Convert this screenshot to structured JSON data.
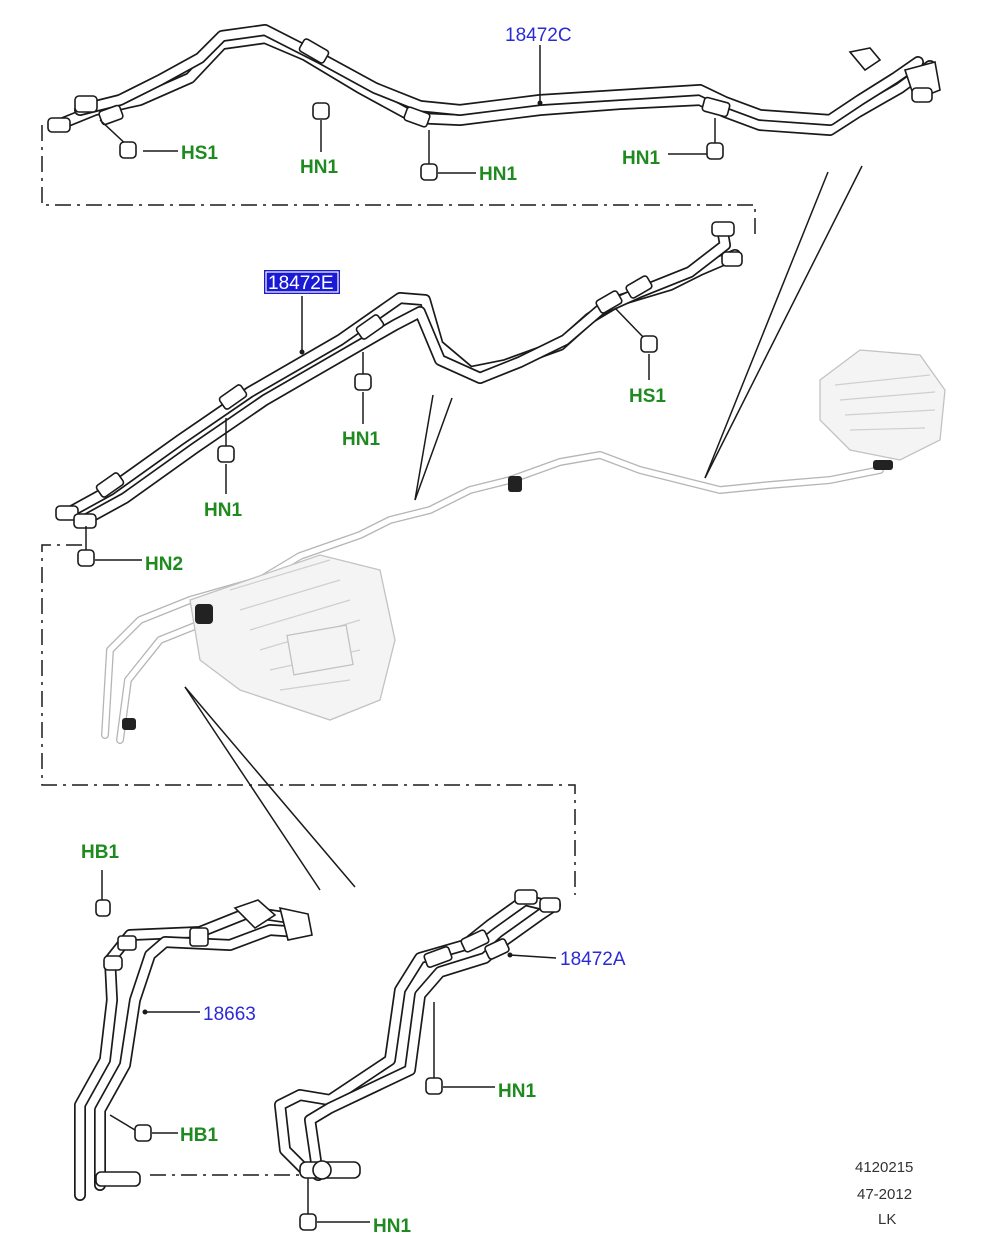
{
  "parts": {
    "hose_18472C": "18472C",
    "hose_18472E": "18472E",
    "hose_18472A": "18472A",
    "hose_18663": "18663"
  },
  "fasteners": {
    "hs1_top": "HS1",
    "hn1_top_a": "HN1",
    "hn1_top_b": "HN1",
    "hn1_top_c": "HN1",
    "hs1_mid": "HS1",
    "hn1_mid_a": "HN1",
    "hn1_mid_b": "HN1",
    "hn2": "HN2",
    "hb1_top": "HB1",
    "hb1_bottom": "HB1",
    "hn1_low_a": "HN1",
    "hn1_low_b": "HN1"
  },
  "footer": {
    "line1": "4120215",
    "line2": "47-2012",
    "line3": "LK"
  },
  "colors": {
    "fastener_label": "#1f8a1f",
    "part_label": "#2b2bd6",
    "highlight_box": "#1a1ad6"
  }
}
